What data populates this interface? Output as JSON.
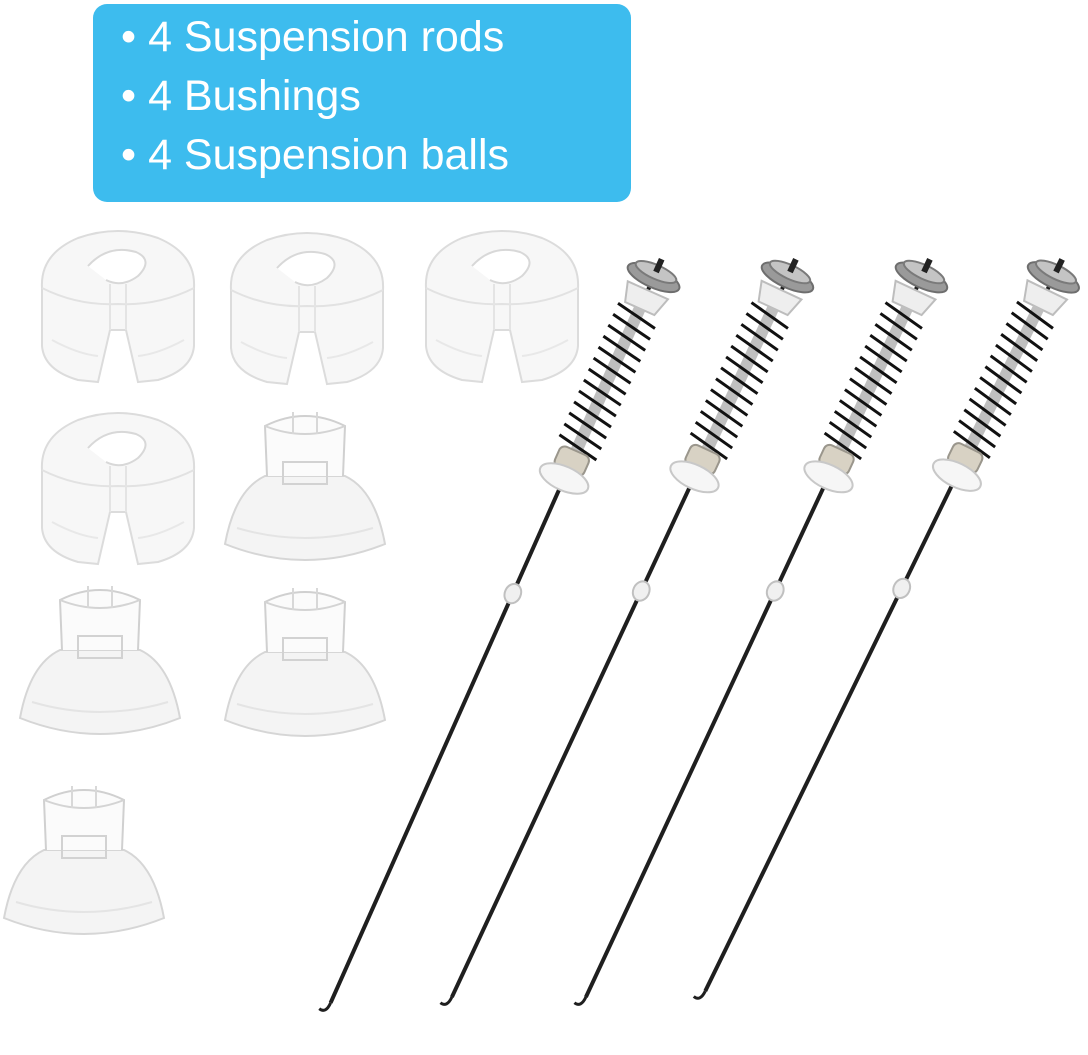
{
  "callout": {
    "background": "#3dbcee",
    "text_color": "#ffffff",
    "items": [
      {
        "bullet": "•",
        "text": "4 Suspension rods"
      },
      {
        "bullet": "•",
        "text": "4 Bushings"
      },
      {
        "bullet": "•",
        "text": "4 Suspension balls"
      }
    ]
  },
  "product": {
    "rods": 4,
    "bushings": 4,
    "suspension_balls": 4
  }
}
